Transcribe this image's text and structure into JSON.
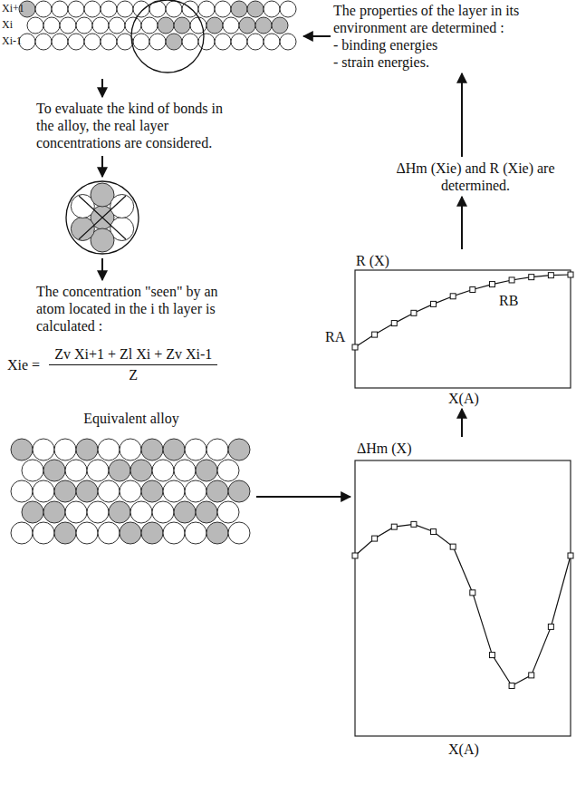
{
  "diagram": {
    "nodes": [
      {
        "text": [
          "Xi+1",
          "Xi",
          "Xi-1"
        ]
      },
      {
        "text": [
          "The properties of the layer in its environment are determined :",
          "- binding energies",
          "- strain energies."
        ]
      },
      {
        "text": [
          "To evaluate the kind of bonds in the alloy, the real layer concentrations are considered."
        ]
      },
      {
        "text": [
          "ΔHm (Xie) and R (Xie) are determined."
        ]
      },
      {
        "text": [
          "R (X)",
          "RA",
          "RB",
          "X(A)"
        ]
      },
      {
        "text": [
          "The concentration \"seen\" by an atom located in the i th layer is calculated :",
          "Xie =",
          "Zv Xi+1 + Zl Xi + Zv Xi-1",
          "Z"
        ]
      },
      {
        "text": [
          "Equivalent alloy"
        ]
      },
      {
        "text": [
          "ΔHm (X)",
          "X(A)"
        ]
      }
    ],
    "edges": [
      {
        "from": 0,
        "to": 2,
        "arrow": "to"
      },
      {
        "from": 2,
        "to": 5,
        "arrow": "to"
      },
      {
        "from": 6,
        "to": 7,
        "arrow": "to"
      },
      {
        "from": 7,
        "to": 4,
        "arrow": "to"
      },
      {
        "from": 4,
        "to": 3,
        "arrow": "to"
      },
      {
        "from": 3,
        "to": 1,
        "arrow": "to"
      },
      {
        "from": 1,
        "to": 0,
        "arrow": "to"
      }
    ]
  }
}
